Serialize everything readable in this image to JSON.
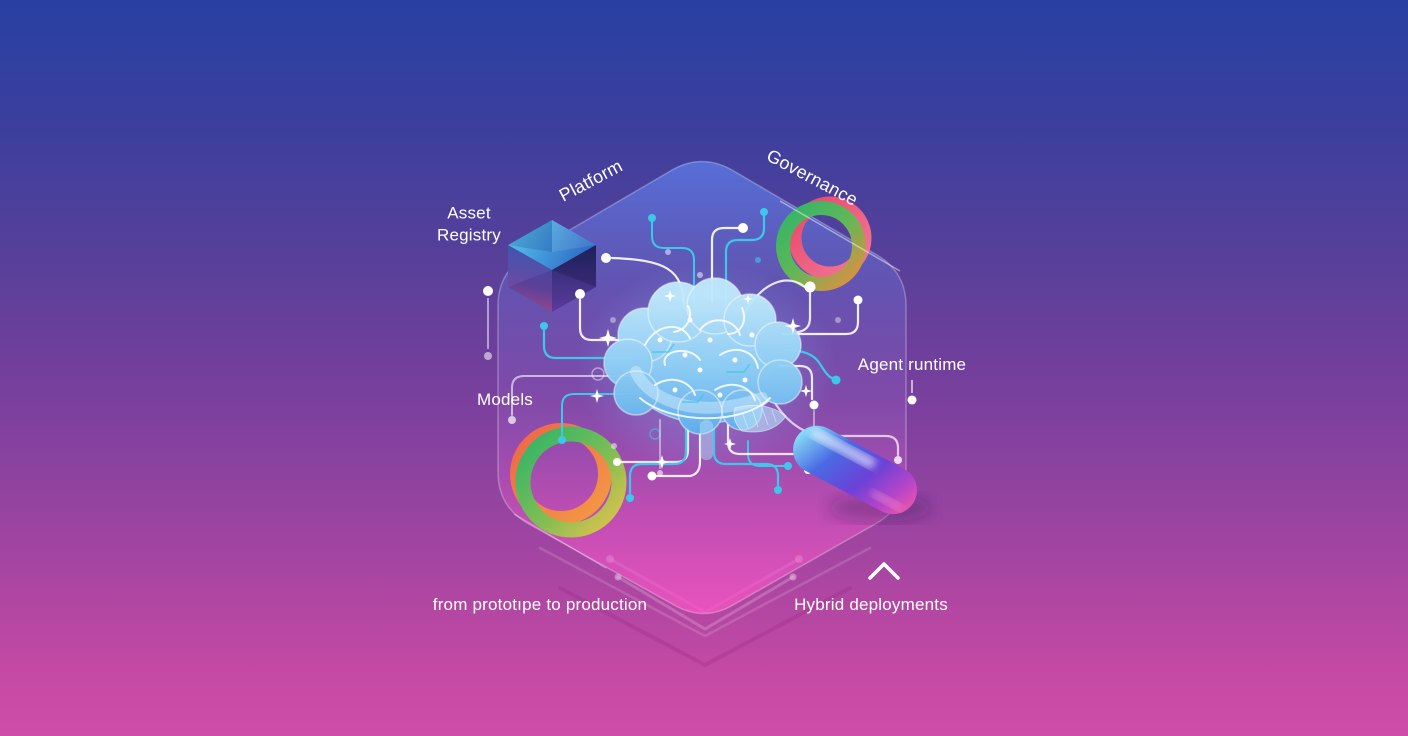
{
  "illustration": {
    "hexagon_edge_labels": {
      "platform": "Platform",
      "governance": "Governance"
    },
    "component_labels": {
      "asset_registry_line1": "Asset",
      "asset_registry_line2": "Registry",
      "models": "Models",
      "agent_runtime": "Agent runtime",
      "hybrid_deployments": "Hybrid deployments"
    },
    "tagline": "from prototıpe to production",
    "icons": {
      "hexagon": "hexagon-panel",
      "brain": "circuit-brain-icon",
      "cube": "low-poly-cube-icon",
      "governance_ring": "torus-ring-icon",
      "models_ring": "torus-ring-icon",
      "capsule": "glossy-capsule-icon",
      "chevron": "chevron-up-icon",
      "sparkles": "sparkle-icon",
      "circuits": "circuit-trace-lines"
    },
    "colors": {
      "background_top": "#2840a2",
      "background_bottom": "#cd4da7",
      "hexagon_top": "#5a7ae6",
      "hexagon_bottom": "#f153c0",
      "brain_fill": "#8fd0f6",
      "circuit_cyan": "#3dc8ea",
      "circuit_white": "#ffffff",
      "ring_green": "#2fb469",
      "ring_orange": "#ef8a3e",
      "ring_red": "#e94a6a",
      "ring_yellow": "#e9c24c",
      "capsule_cyan": "#8ae2f8",
      "capsule_blue": "#4a6ae2",
      "capsule_purple": "#6a42d8",
      "capsule_pink": "#f058a8",
      "cube_top": "#55c4ec",
      "cube_side_dark": "#252a68",
      "cube_side_pink": "#c05596",
      "text": "#ffffff"
    }
  }
}
